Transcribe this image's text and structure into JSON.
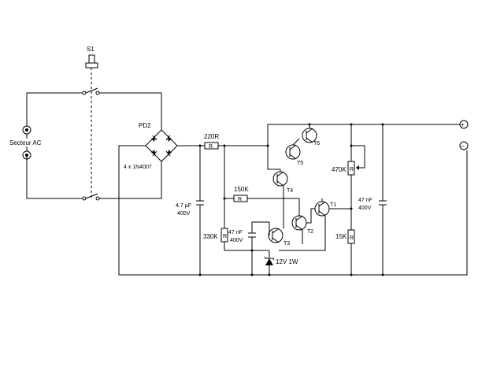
{
  "labels": {
    "switch": "S1",
    "source": "Secteur AC",
    "bridge": "PD2",
    "bridge_diodes": "4 x 1N4007",
    "r_220": "220R",
    "r_150k": "150K",
    "r_330k": "330K",
    "r_470k": "470K",
    "r_15k": "15K",
    "c_47u": "4.7 µF",
    "c_47u_v": "400V",
    "c_47n_a": "47 nF",
    "c_47n_a_v": "400V",
    "c_47n_b": "47 nF",
    "c_47n_b_v": "400V",
    "zener": "12V  1W",
    "t1": "T1",
    "t2": "T2",
    "t3": "T3",
    "t4": "T4",
    "t5": "T5",
    "t6": "T6",
    "r_letter": "R",
    "plus": "+",
    "minus": "−"
  }
}
